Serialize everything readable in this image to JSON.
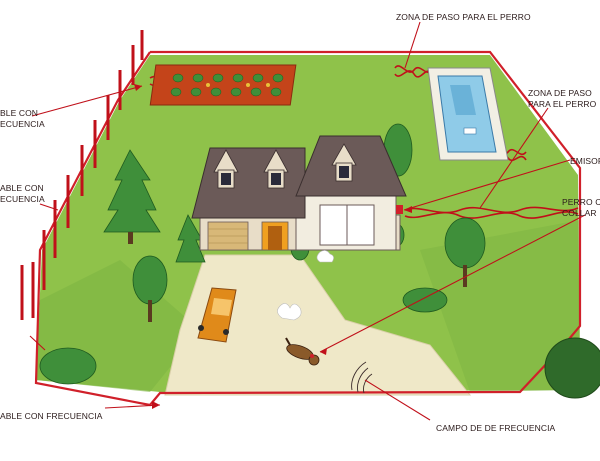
{
  "labels": {
    "dog_path_top": "ZONA DE PASO PARA EL PERRO",
    "dog_path_right_line1": "ZONA DE PASO",
    "dog_path_right_line2": "PARA EL PERRO",
    "emitter": "EMISOR",
    "dog_collar_line1": "PERRO CO",
    "dog_collar_line2": "COLLAR",
    "cable_1_line1": "BLE CON",
    "cable_1_line2": "ECUENCIA",
    "cable_2_line1": "ABLE CON",
    "cable_2_line2": "ECUENCIA",
    "cable_bottom": "ABLE CON FRECUENCIA",
    "frequency_field": "CAMPO DE DE FRECUENCIA"
  },
  "colors": {
    "lawn": "#8fc24a",
    "lawn_dark": "#6fa838",
    "cable": "#d0202a",
    "pointer": "#c0101a",
    "roof": "#6b5a58",
    "wall": "#e8ddc8",
    "driveway": "#efe8c8",
    "tree": "#3f8f3a",
    "pool_water": "#8fcbe8",
    "car": "#e08a1a"
  },
  "icons": {
    "house": "house-icon",
    "dog": "dog-icon",
    "car": "car-icon",
    "pool": "pool-icon",
    "garden": "vegetable-garden-icon",
    "tree": "tree-icon"
  }
}
